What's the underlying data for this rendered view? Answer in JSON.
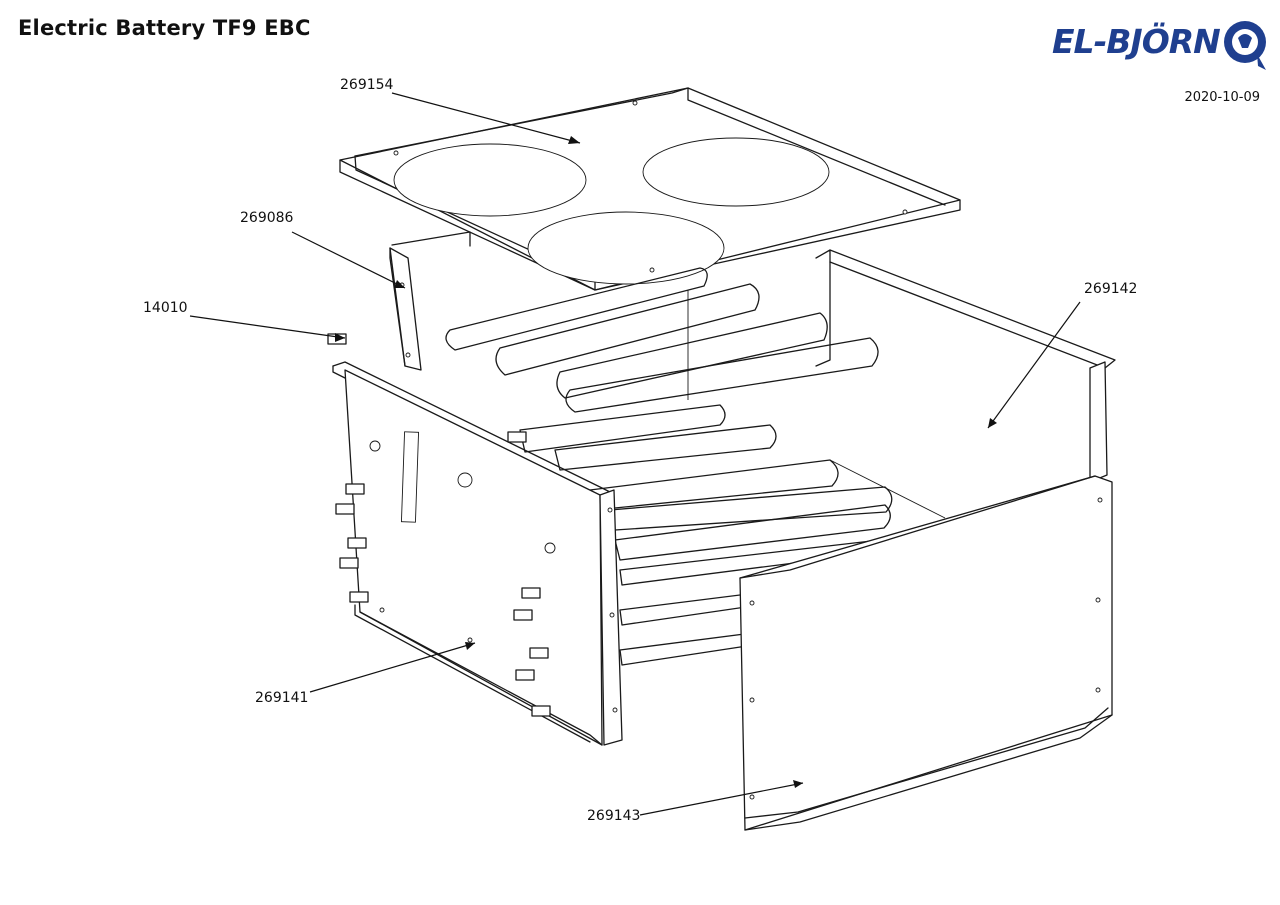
{
  "header": {
    "title": "Electric Battery TF9 EBC",
    "date": "2020-10-09"
  },
  "logo": {
    "text": "EL-BJÖRN",
    "brand_color": "#1f3f8f"
  },
  "callouts": [
    {
      "id": "top-plate",
      "label": "269154"
    },
    {
      "id": "bracket",
      "label": "269086"
    },
    {
      "id": "element",
      "label": "14010"
    },
    {
      "id": "right-side",
      "label": "269142"
    },
    {
      "id": "left-side",
      "label": "269141"
    },
    {
      "id": "front-cover",
      "label": "269143"
    }
  ]
}
